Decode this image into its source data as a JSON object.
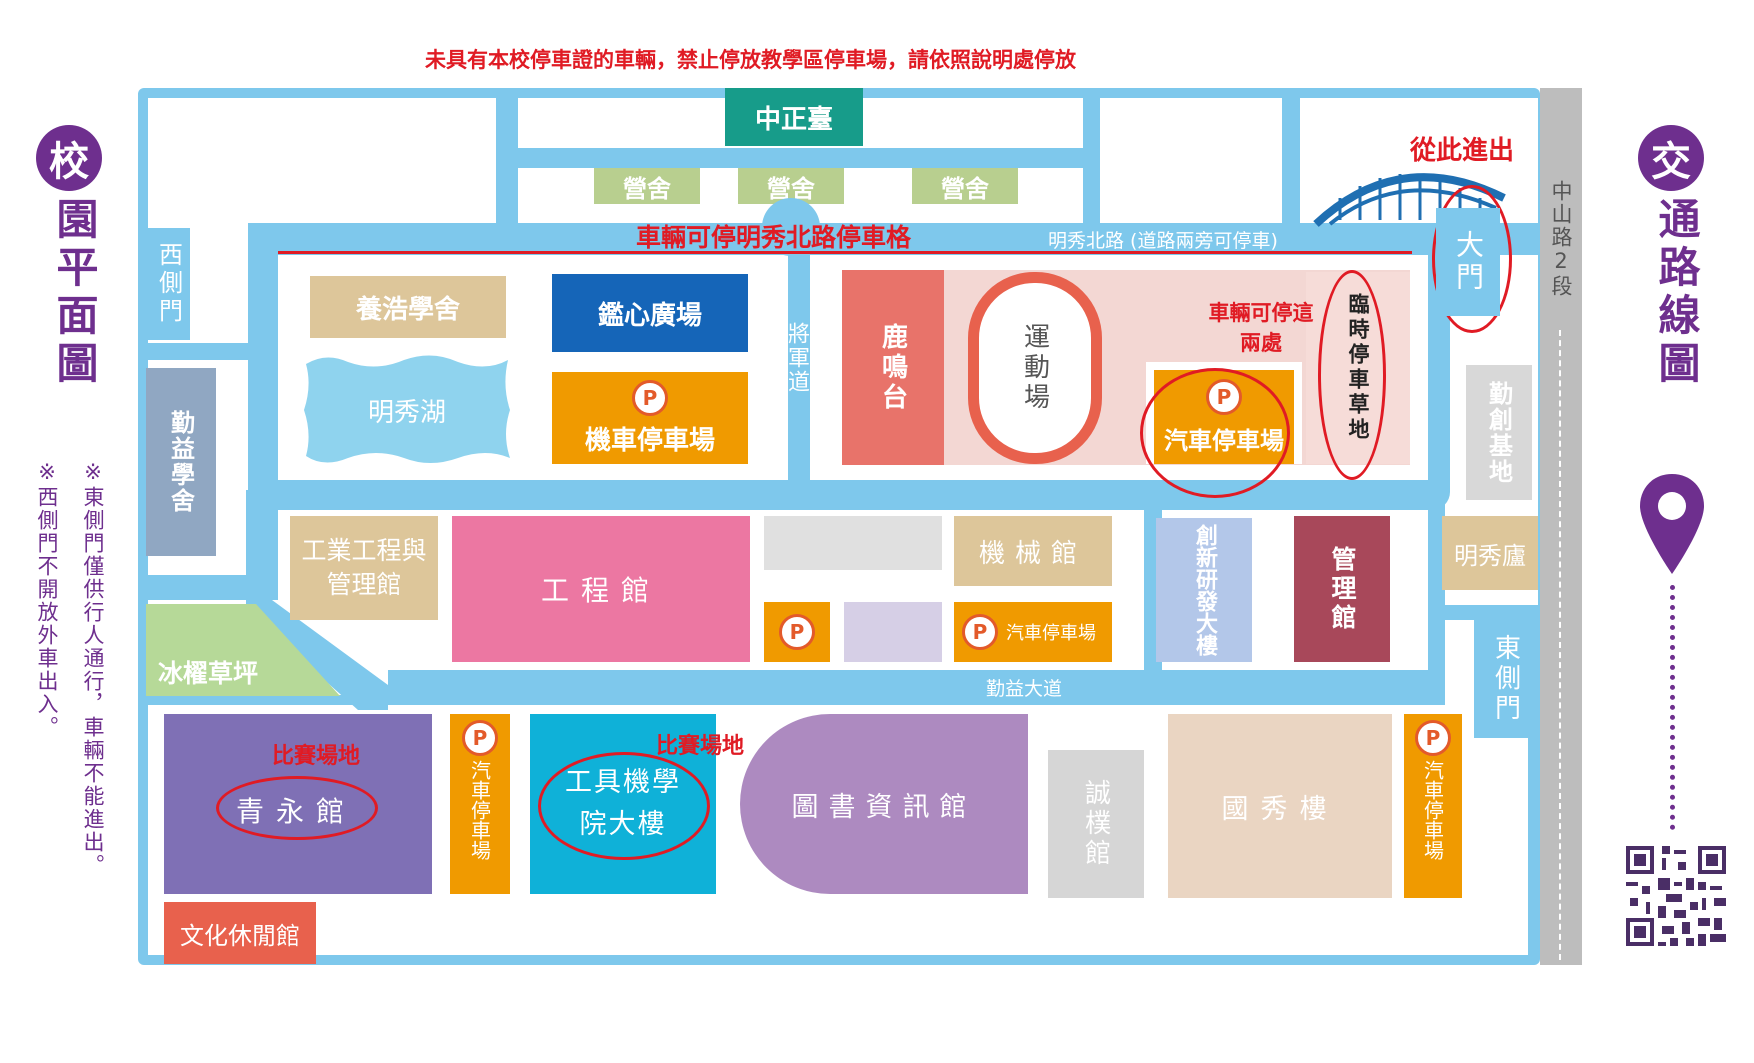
{
  "notice": "未具有本校停車證的車輛，禁止停放教學區停車場，請依照說明處停放",
  "left_title": {
    "badge": "校",
    "rest": "園平面圖"
  },
  "right_title": {
    "badge": "交",
    "rest": "通路線圖"
  },
  "notes": {
    "east": "※東側門僅供行人通行，車輛不能進出。",
    "west": "※西側門不開放外車出入。"
  },
  "roads": {
    "mingxiu_north": "明秀北路 (道路兩旁可停車)",
    "jiangjun": "將軍道",
    "qinyi": "勤益大道",
    "zhongshan": "中山路2段"
  },
  "gates": {
    "west": "西側門",
    "main": "大門",
    "east": "東側門"
  },
  "annotations": {
    "enter_exit": "從此進出",
    "park_north_road": "車輛可停明秀北路停車格",
    "park_two_places": "車輛可停這兩處",
    "venue_1": "比賽場地",
    "venue_2": "比賽場地"
  },
  "buildings": {
    "zhongzheng": "中正臺",
    "barracks": [
      "營舍",
      "營舍",
      "營舍"
    ],
    "yanghao": "養浩學舍",
    "jianxin": "鑑心廣場",
    "lake": "明秀湖",
    "moto_parking": "機車停車場",
    "luming": "鹿鳴台",
    "sports_field": "運動場",
    "car_parking_main": "汽車停車場",
    "temp_parking": "臨時停車草地",
    "qinchuang": "勤創基地",
    "qinyi_dorm": "勤益學舍",
    "industrial": "工業工程與管理館",
    "engineering": "工程館",
    "mechanical": "機械館",
    "car_parking_small": "汽車停車場",
    "innovation": "創新研發大樓",
    "management": "管理館",
    "mingxiu_lu": "明秀廬",
    "ice_lawn": "冰櫂草坪",
    "qingyong": "青永館",
    "car_parking_v1": "汽車停車場",
    "tool_machine": "工具機學院大樓",
    "library": "圖書資訊館",
    "chengpu": "誠樸館",
    "guoxiu": "國秀樓",
    "car_parking_v2": "汽車停車場",
    "culture": "文化休閒館"
  },
  "parking_symbol": "P",
  "colors": {
    "road": "#7ec8ec",
    "purple": "#6e2f8e",
    "orange": "#f09a00",
    "red_note": "#e01b24"
  }
}
